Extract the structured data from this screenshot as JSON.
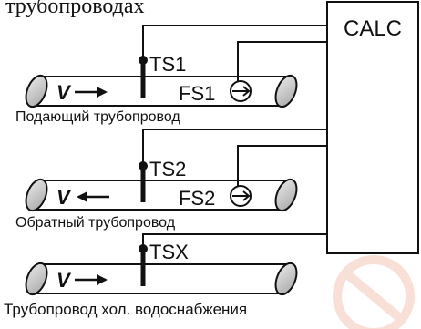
{
  "header": {
    "text": "трубопроводах"
  },
  "calc": {
    "label": "CALC"
  },
  "pipes": [
    {
      "sensor_temp": "TS1",
      "sensor_flow": "FS1",
      "velocity_label": "V",
      "direction": "right",
      "caption": "Подающий трубопровод"
    },
    {
      "sensor_temp": "TS2",
      "sensor_flow": "FS2",
      "velocity_label": "V",
      "direction": "left",
      "caption": "Обратный трубопровод"
    },
    {
      "sensor_temp": "TSX",
      "velocity_label": "V",
      "direction": "right",
      "caption": "Трубопровод хол. водоснабжения"
    }
  ],
  "colors": {
    "stroke": "#111111",
    "pipe_end_fill": "#c8c8c8",
    "watermark": "#f3c7b8"
  }
}
